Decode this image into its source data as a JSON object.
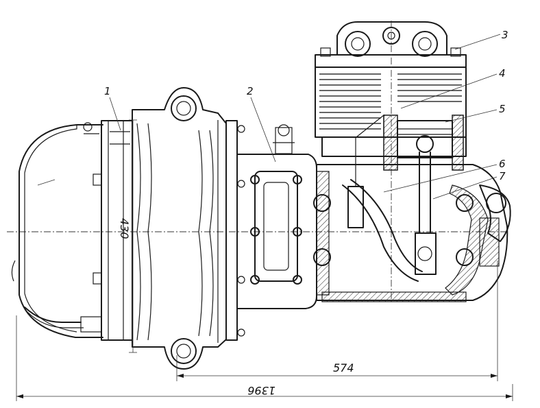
{
  "callouts": [
    {
      "number": "1",
      "part": 1
    },
    {
      "number": "2",
      "part": 2
    },
    {
      "number": "3",
      "part": 3
    },
    {
      "number": "4",
      "part": 4
    },
    {
      "number": "5",
      "part": 5
    },
    {
      "number": "6",
      "part": 6
    },
    {
      "number": "7",
      "part": 7
    }
  ],
  "dimensions": {
    "height": "430",
    "compressor_length": "574",
    "overall_length": "1396"
  }
}
